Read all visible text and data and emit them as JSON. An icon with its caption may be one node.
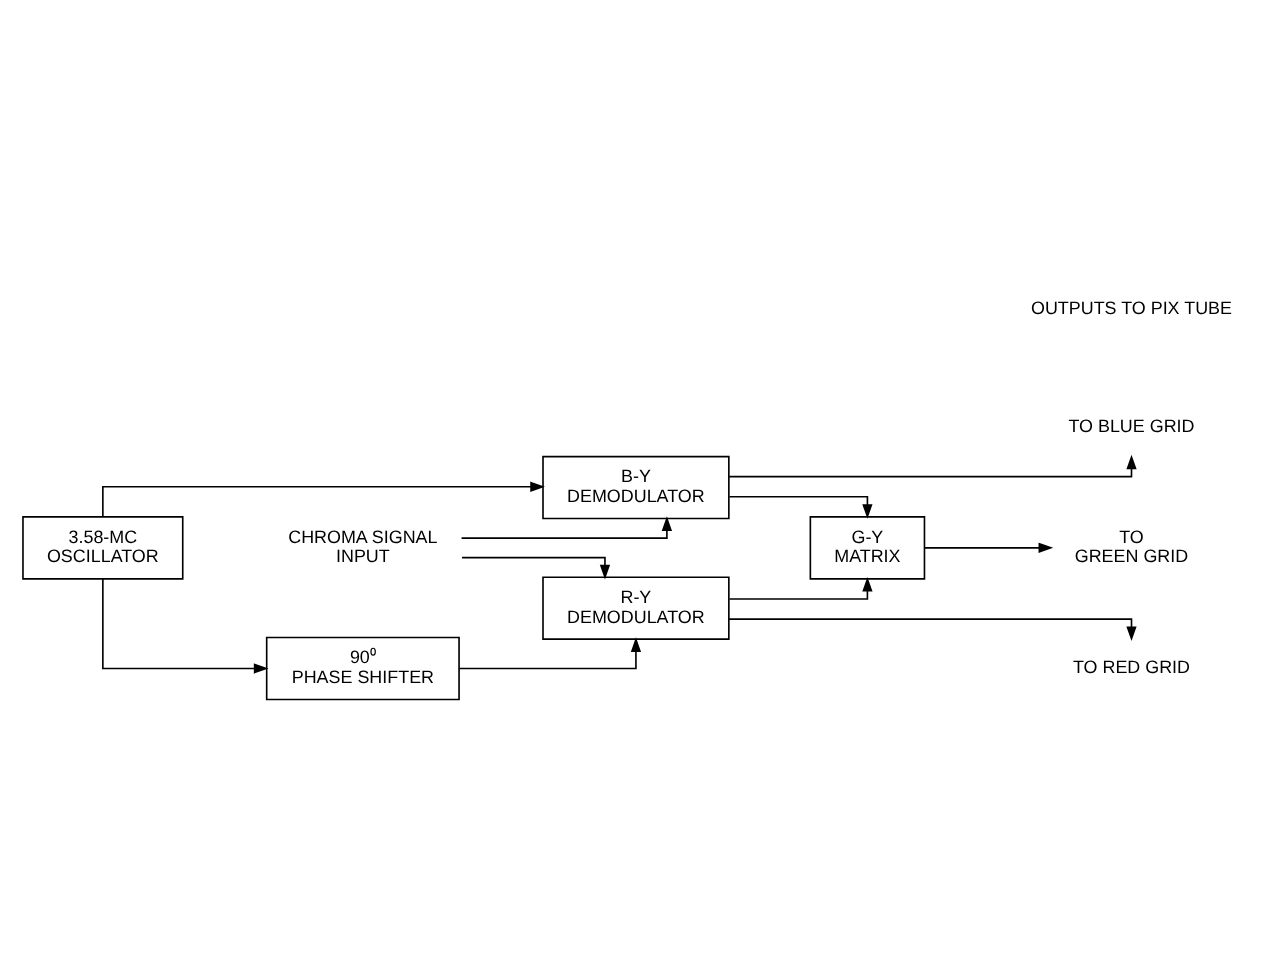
{
  "diagram": {
    "nodes": [
      {
        "text": [
          "CHROMA SIGNAL INPUT"
        ]
      },
      {
        "text": [
          "R-Y DEMODULATOR"
        ]
      },
      {
        "text": [
          "G-Y MATRIX"
        ]
      },
      {
        "text": [
          "B-Y DEMODULATOR"
        ]
      },
      {
        "text": [
          "90⁰ PHASE SHIFTER"
        ]
      },
      {
        "text": [
          "3.58-MC OSCILLATOR"
        ]
      },
      {
        "text": [
          "TO RED GRID"
        ]
      },
      {
        "text": [
          "TO GREEN GRID"
        ]
      },
      {
        "text": [
          "TO BLUE GRID"
        ]
      }
    ],
    "edges": [
      {
        "from": 0,
        "to": 1,
        "arrow": "to"
      },
      {
        "from": 0,
        "to": 3,
        "arrow": "to"
      },
      {
        "from": 1,
        "to": 6,
        "arrow": "to"
      },
      {
        "from": 1,
        "to": 2,
        "arrow": "to"
      },
      {
        "from": 3,
        "to": 2,
        "arrow": "to"
      },
      {
        "from": 2,
        "to": 7,
        "arrow": "to"
      },
      {
        "from": 3,
        "to": 8,
        "arrow": "to"
      },
      {
        "from": 5,
        "to": 3,
        "arrow": "to"
      },
      {
        "from": 5,
        "to": 4,
        "arrow": "to"
      },
      {
        "from": 4,
        "to": 1,
        "arrow": "to"
      }
    ],
    "labels": [
      "OUTPUTS TO PIX TUBE"
    ]
  }
}
